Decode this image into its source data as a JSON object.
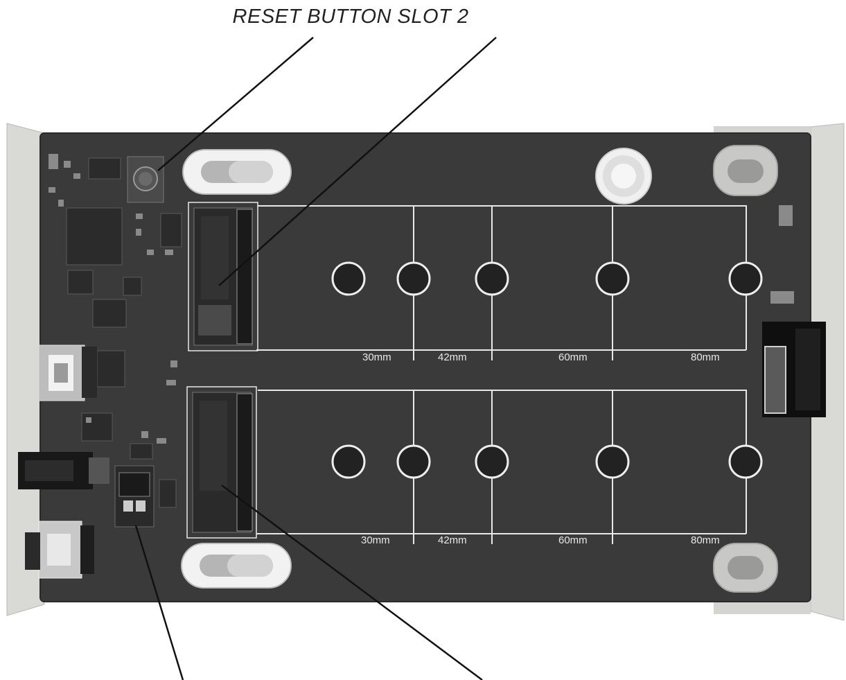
{
  "diagram": {
    "caption": "RESET BUTTON SLOT 2",
    "upper_slot_marks": [
      "30mm",
      "42mm",
      "60mm",
      "80mm"
    ],
    "lower_slot_marks": [
      "30mm",
      "42mm",
      "60mm",
      "80mm"
    ]
  },
  "colors": {
    "background": "#ffffff",
    "pcb": "#3a3a3a",
    "enclosure": "#d9d9d6",
    "silkscreen": "#e8e8e8",
    "leader_line": "#111111"
  }
}
